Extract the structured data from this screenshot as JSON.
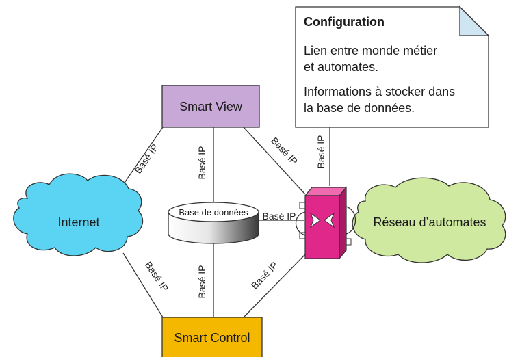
{
  "nodes": {
    "smart_view": "Smart View",
    "smart_control": "Smart Control",
    "internet": "Internet",
    "database": "Base de données",
    "automates": "Réseau d’automates"
  },
  "edge_label": "Basé IP",
  "config_note": {
    "title": "Configuration",
    "line1": "Lien entre monde métier",
    "line2": "et automates.",
    "line3": "Informations à stocker dans",
    "line4": "la base de données."
  },
  "colors": {
    "smart_view_fill": "#c8a8d6",
    "smart_control_fill": "#f5b800",
    "cloud_internet": "#5bd3f2",
    "cloud_automates": "#cfeaa0",
    "router": "#e0288a",
    "note_fold": "#cfe6f2"
  }
}
